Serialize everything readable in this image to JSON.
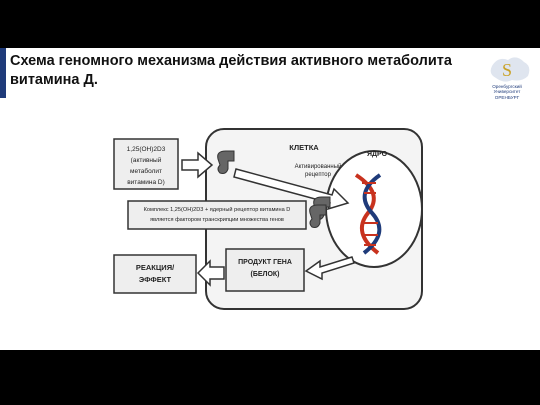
{
  "slide": {
    "title_line1": "Схема геномного механизма действия активного метаболита",
    "title_line2": "витамина Д."
  },
  "logo": {
    "name_line1": "Оренбургский",
    "name_line2": "Университет",
    "name_line3": "ОРЕНБУРГ"
  },
  "diagram": {
    "metabolite_box": [
      "1,25(OH)2D3",
      "(активный метаболит",
      "витамина D)"
    ],
    "cell_label": "КЛЕТКА",
    "nucleus_label": "ЯДРО",
    "activated_receptor_label": [
      "Активированный",
      "рецептор"
    ],
    "complex_box": [
      "Комплекс 1,25(OH)2D3 + ядерный рецептор витамина D",
      "является фактором транскрипции множества генов"
    ],
    "gene_product_box": [
      "ПРОДУКТ ГЕНА",
      "(БЕЛОК)"
    ],
    "reaction_box": [
      "РЕАКЦИЯ/",
      "ЭФФЕКТ"
    ],
    "colors": {
      "box_fill": "#eeeeee",
      "border": "#333333",
      "dna_red": "#c8321e",
      "dna_blue": "#1f3b7a",
      "receptor_gray": "#666666"
    }
  }
}
